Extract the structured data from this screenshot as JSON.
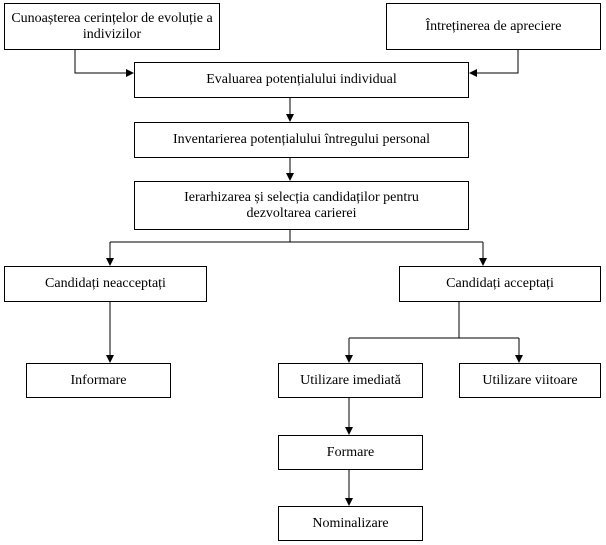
{
  "nodes": {
    "cerinte": "Cunoașterea cerințelor de evoluție a indivizilor",
    "apreciere": "Întreținerea de apreciere",
    "evaluarea": "Evaluarea potențialului individual",
    "inventarierea": "Inventarierea potențialului întregului personal",
    "ierarhizarea": "Ierarhizarea și selecția candidaților pentru dezvoltarea carierei",
    "neacceptati": "Candidați neacceptați",
    "acceptati": "Candidați acceptați",
    "informare": "Informare",
    "imediata": "Utilizare imediată",
    "viitoare": "Utilizare viitoare",
    "formare": "Formare",
    "nominalizare": "Nominalizare"
  },
  "colors": {
    "line": "#000000",
    "box_border": "#000000",
    "background": "#ffffff"
  }
}
